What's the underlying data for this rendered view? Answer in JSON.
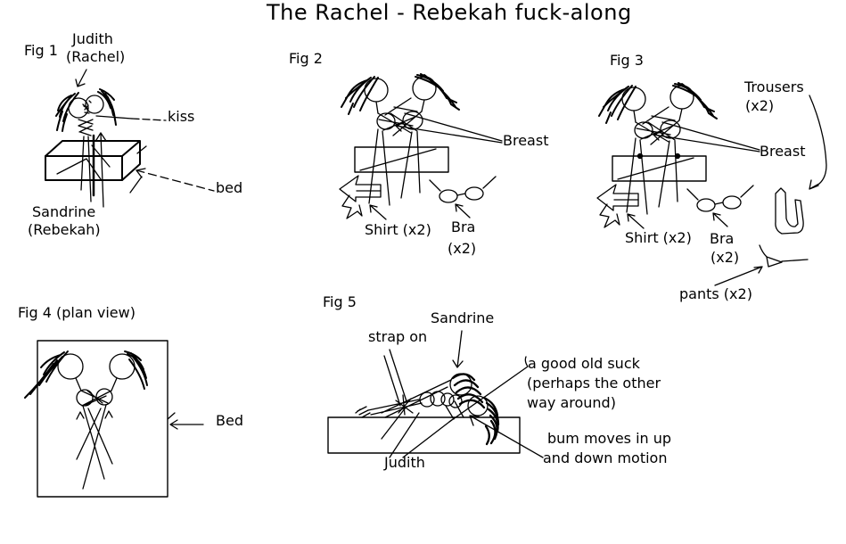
{
  "title": "The Rachel - Rebekah fuck-along",
  "colors": {
    "ink": "#000000",
    "background": "#ffffff"
  },
  "fig1": {
    "label": "Fig 1",
    "annotations": {
      "judith_line1": "Judith",
      "judith_line2": "(Rachel)",
      "kiss": "kiss",
      "bed": "bed",
      "sandrine_line1": "Sandrine",
      "sandrine_line2": "(Rebekah)"
    }
  },
  "fig2": {
    "label": "Fig 2",
    "annotations": {
      "breast": "Breast",
      "shirt": "Shirt (x2)",
      "bra_line1": "Bra",
      "bra_line2": "(x2)"
    }
  },
  "fig3": {
    "label": "Fig 3",
    "annotations": {
      "trousers_line1": "Trousers",
      "trousers_line2": "(x2)",
      "breast": "Breast",
      "shirt": "Shirt (x2)",
      "bra_line1": "Bra",
      "bra_line2": "(x2)",
      "pants": "pants (x2)"
    }
  },
  "fig4": {
    "label": "Fig 4 (plan view)",
    "annotations": {
      "bed": "Bed"
    }
  },
  "fig5": {
    "label": "Fig 5",
    "annotations": {
      "sandrine": "Sandrine",
      "strap_on": "strap on",
      "suck_line1": "a good old suck",
      "suck_line2": "(perhaps the other",
      "suck_line3": "way around)",
      "judith": "Judith",
      "bum_line1": "bum moves in up",
      "bum_line2": "and down motion"
    }
  }
}
